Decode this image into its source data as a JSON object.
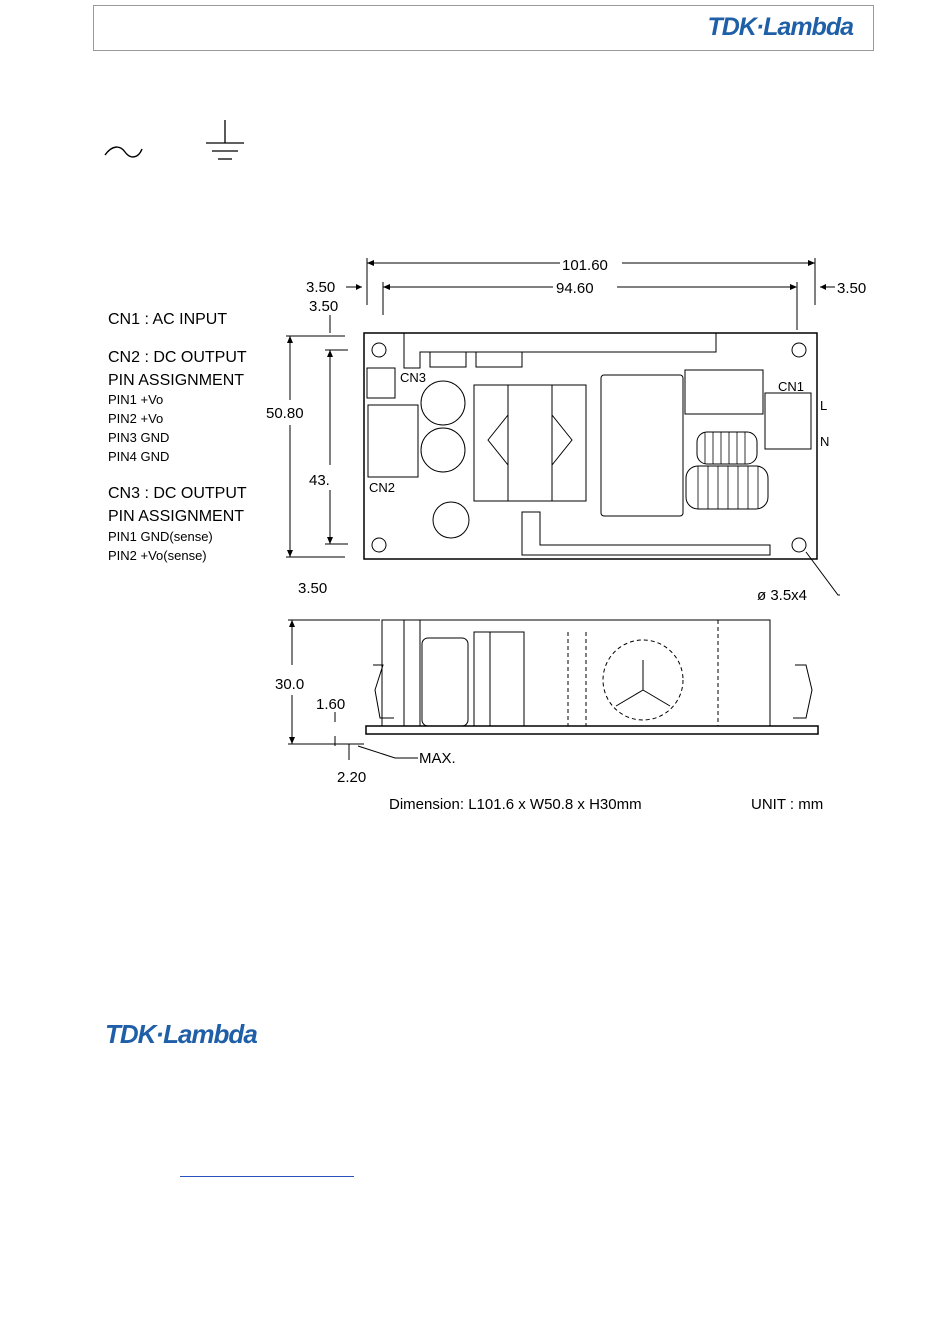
{
  "header": {
    "logo_text": "TDK·Lambda"
  },
  "footer": {
    "logo_text": "TDK·Lambda"
  },
  "symbols": {
    "ac_icon": "ac-tilde-icon",
    "ground_icon": "ground-icon"
  },
  "pin_legend": {
    "cn1_title": "CN1 : AC INPUT",
    "cn2_title_1": "CN2 : DC OUTPUT",
    "cn2_title_2": "PIN ASSIGNMENT",
    "cn2_pins": [
      "PIN1 +Vo",
      "PIN2 +Vo",
      "PIN3 GND",
      "PIN4 GND"
    ],
    "cn3_title_1": "CN3 : DC OUTPUT",
    "cn3_title_2": "PIN ASSIGNMENT",
    "cn3_pins": [
      "PIN1 GND(sense)",
      "PIN2 +Vo(sense)"
    ]
  },
  "dimensions": {
    "overall_length": "101.60",
    "hole_spacing_length": "94.60",
    "left_offset": "3.50",
    "right_offset": "3.50",
    "top_offset": "3.50",
    "overall_width": "50.80",
    "hole_spacing_width": "43.",
    "bottom_offset": "3.50",
    "hole_spec": "ø 3.5x4",
    "height": "30.0",
    "pin_height": "1.60",
    "pin_max": "2.20",
    "max_label": "MAX."
  },
  "connectors": {
    "cn1": "CN1",
    "cn2": "CN2",
    "cn3": "CN3",
    "line_label": "L",
    "neutral_label": "N"
  },
  "captions": {
    "dimension": "Dimension: L101.6 x W50.8 x H30mm",
    "unit": "UNIT : mm"
  },
  "colors": {
    "brand": "#1f5fa8",
    "link": "#2a52be",
    "border": "#9a9a9a"
  }
}
